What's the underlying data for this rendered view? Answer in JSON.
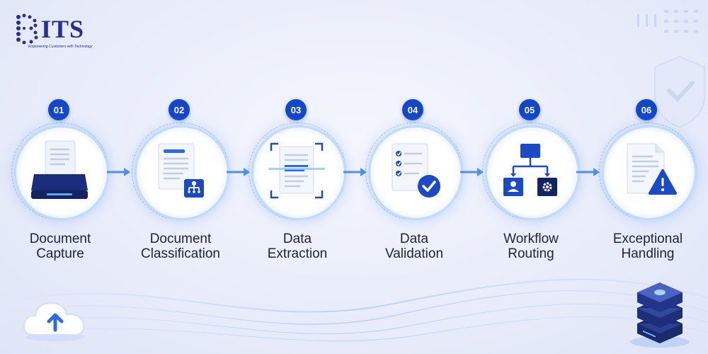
{
  "logo": {
    "text": "ITS",
    "tagline": "Empowering Customers with Technology"
  },
  "steps": [
    {
      "num": "01",
      "line1": "Document",
      "line2": "Capture",
      "icon": "document-scanner-icon"
    },
    {
      "num": "02",
      "line1": "Document",
      "line2": "Classification",
      "icon": "document-hierarchy-icon"
    },
    {
      "num": "03",
      "line1": "Data",
      "line2": "Extraction",
      "icon": "document-scan-icon"
    },
    {
      "num": "04",
      "line1": "Data",
      "line2": "Validation",
      "icon": "checklist-check-icon"
    },
    {
      "num": "05",
      "line1": "Workflow",
      "line2": "Routing",
      "icon": "workflow-routing-icon"
    },
    {
      "num": "06",
      "line1": "Exceptional",
      "line2": "Handling",
      "icon": "document-warning-icon"
    }
  ],
  "colors": {
    "accent": "#1446c8",
    "arrow": "#4f8dfb",
    "text": "#1d2436"
  }
}
